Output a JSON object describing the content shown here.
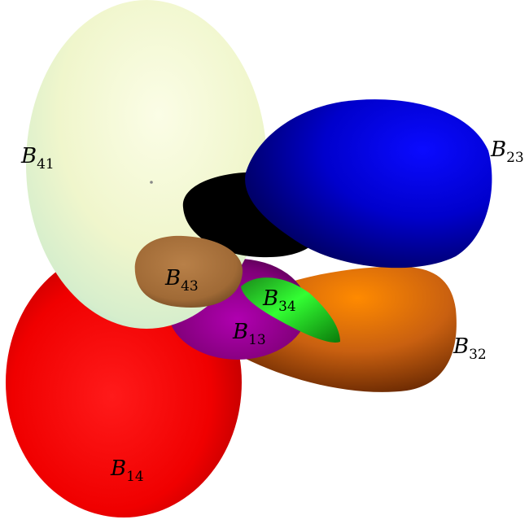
{
  "figure": {
    "blobs": [
      {
        "id": "B14",
        "letter": "B",
        "sub": "14",
        "color": "#ff0000"
      },
      {
        "id": "B41",
        "letter": "B",
        "sub": "41",
        "color": "#f4f8cf"
      },
      {
        "id": "B23",
        "letter": "B",
        "sub": "23",
        "color": "#0000cc"
      },
      {
        "id": "B32",
        "letter": "B",
        "sub": "32",
        "color": "#e07a10"
      },
      {
        "id": "B43",
        "letter": "B",
        "sub": "43",
        "color": "#a8703a"
      },
      {
        "id": "B13",
        "letter": "B",
        "sub": "13",
        "color": "#9a0090"
      },
      {
        "id": "B34",
        "letter": "B",
        "sub": "34",
        "color": "#22dd22"
      },
      {
        "id": "black",
        "color": "#000000"
      }
    ]
  }
}
